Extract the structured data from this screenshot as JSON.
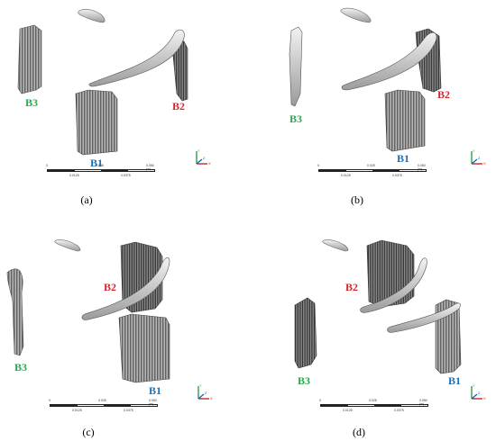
{
  "panels": [
    {
      "caption": "(a)",
      "labels": {
        "b1": "B1",
        "b2": "B2",
        "b3": "B3"
      }
    },
    {
      "caption": "(b)",
      "labels": {
        "b1": "B1",
        "b2": "B2",
        "b3": "B3"
      }
    },
    {
      "caption": "(c)",
      "labels": {
        "b1": "B1",
        "b2": "B2",
        "b3": "B3"
      }
    },
    {
      "caption": "(d)",
      "labels": {
        "b1": "B1",
        "b2": "B2",
        "b3": "B3"
      }
    }
  ],
  "scale_ticks": [
    "0",
    "0.025",
    "0.050 (m)",
    "0.0125",
    "0.0375"
  ],
  "axis_letters": {
    "y": "Y",
    "x": "X",
    "z": "Z"
  },
  "colors": {
    "b1": "#1f6fb4",
    "b2": "#d7262b",
    "b3": "#27a84a",
    "surface": "#9a9a9a",
    "surface_dark": "#5f5f5f",
    "edge": "#4a4a4a"
  }
}
